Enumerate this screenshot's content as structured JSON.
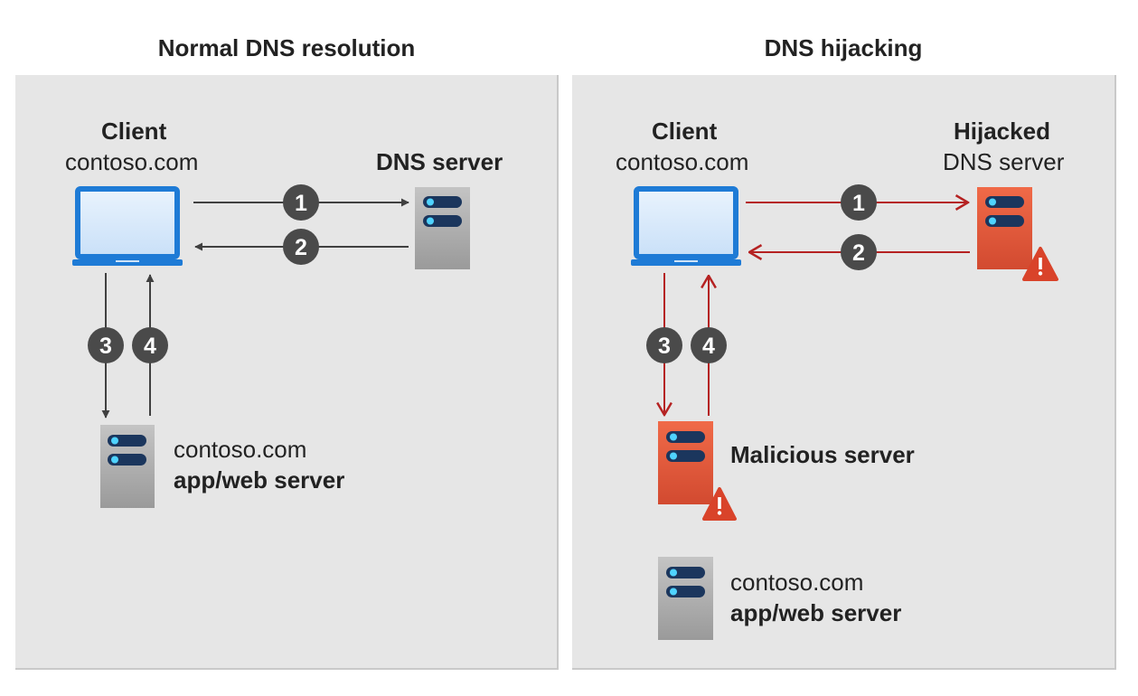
{
  "left_panel": {
    "title": "Normal DNS resolution",
    "client": {
      "name": "Client",
      "domain": "contoso.com"
    },
    "dns_server": {
      "name": "DNS server"
    },
    "app_server": {
      "domain": "contoso.com",
      "name": "app/web server"
    },
    "steps": [
      "1",
      "2",
      "3",
      "4"
    ]
  },
  "right_panel": {
    "title": "DNS hijacking",
    "client": {
      "name": "Client",
      "domain": "contoso.com"
    },
    "hijacked_server": {
      "name_bold": "Hijacked",
      "name_rest": "DNS server"
    },
    "malicious_server": {
      "name": "Malicious server"
    },
    "app_server": {
      "domain": "contoso.com",
      "name": "app/web server"
    },
    "steps": [
      "1",
      "2",
      "3",
      "4"
    ]
  },
  "colors": {
    "normal_arrow": "#404040",
    "hijack_arrow": "#b52222",
    "panel_bg": "#e6e6e6",
    "step_badge": "#4a4a4a",
    "laptop_blue": "#1e7bd6",
    "server_gray": "#a9a9a9",
    "server_red": "#e0553a",
    "warning_red": "#d9432a"
  },
  "icons": [
    "laptop-icon",
    "server-icon",
    "warning-icon"
  ]
}
